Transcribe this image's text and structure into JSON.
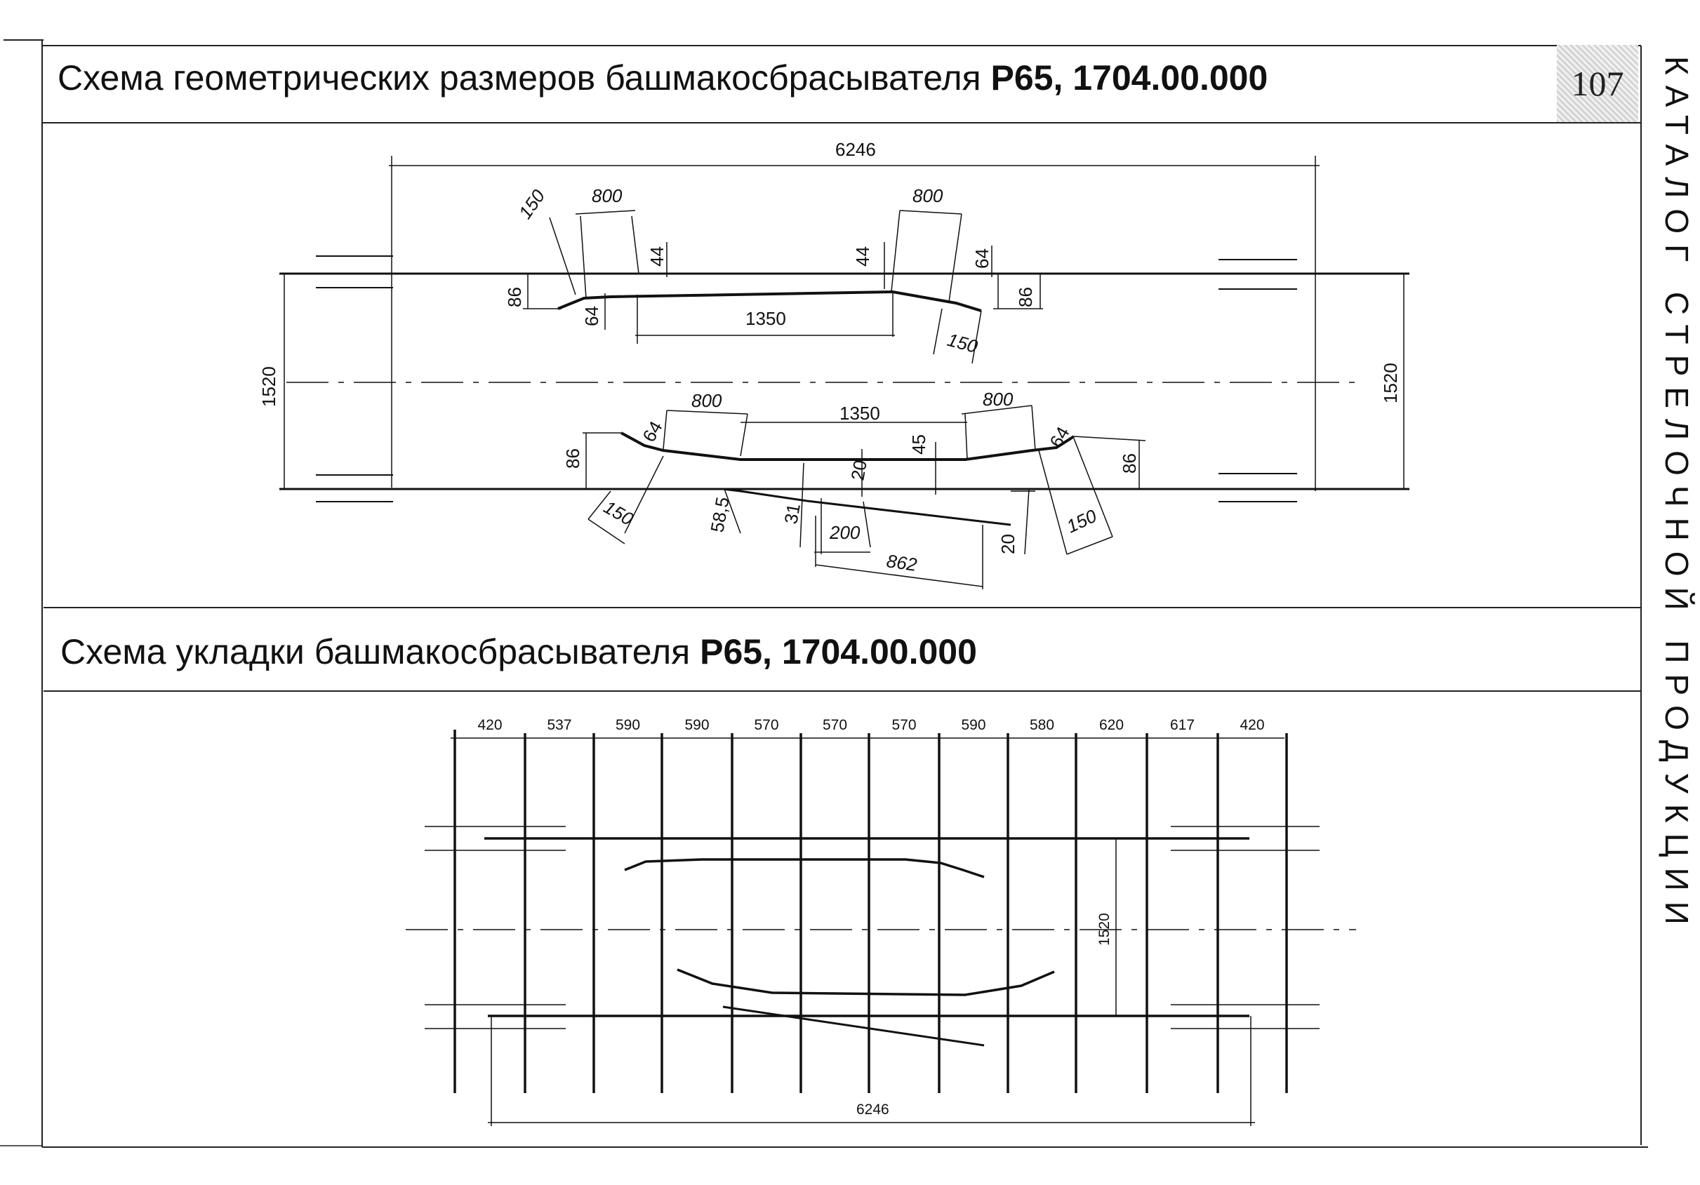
{
  "page": {
    "number": "107",
    "sidebar": "КАТАЛОГ СТРЕЛОЧНОЙ ПРОДУКЦИИ"
  },
  "section1": {
    "title_normal": "Схема геометрических размеров башмакосбрасывателя ",
    "title_bold": "Р65, 1704.00.000",
    "dims": {
      "overall": "6246",
      "gauge_left": "1520",
      "gauge_right": "1520",
      "top_l_150": "150",
      "top_l_800": "800",
      "top_l_44": "44",
      "top_r_44": "44",
      "top_r_800": "800",
      "top_r_64": "64",
      "top_l_86": "86",
      "top_l_64": "64",
      "top_1350": "1350",
      "top_r_86": "86",
      "top_r_150": "150",
      "bot_l_800": "800",
      "bot_1350": "1350",
      "bot_r_800": "800",
      "bot_l_64": "64",
      "bot_45": "45",
      "bot_r_64": "64",
      "bot_l_86": "86",
      "bot_20a": "20",
      "bot_r_86": "86",
      "bot_l_150": "150",
      "bot_58_5": "58,5",
      "bot_31": "31",
      "bot_200": "200",
      "bot_20b": "20",
      "bot_r_150": "150",
      "bot_862": "862"
    }
  },
  "section2": {
    "title_normal": "Схема укладки башмакосбрасывателя ",
    "title_bold": "Р65, 1704.00.000",
    "spacings": [
      "420",
      "537",
      "590",
      "590",
      "570",
      "570",
      "570",
      "590",
      "580",
      "620",
      "617",
      "420"
    ],
    "gauge": "1520",
    "overall": "6246"
  }
}
